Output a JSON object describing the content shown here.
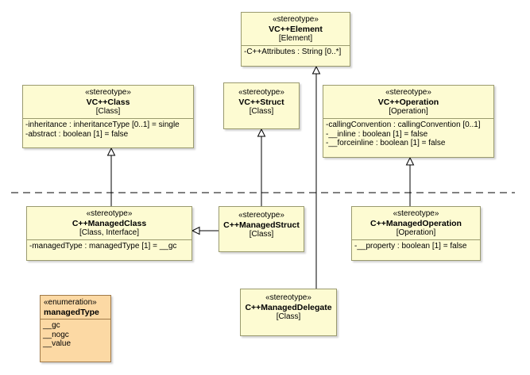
{
  "classes": {
    "vc_element": {
      "stereotype": "«stereotype»",
      "name": "VC++Element",
      "base": "[Element]",
      "attributes": [
        "-C++Attributes : String [0..*]"
      ]
    },
    "vc_class": {
      "stereotype": "«stereotype»",
      "name": "VC++Class",
      "base": "[Class]",
      "attributes": [
        "-inheritance : inheritanceType [0..1] = single",
        "-abstract : boolean [1] = false"
      ]
    },
    "vc_struct": {
      "stereotype": "«stereotype»",
      "name": "VC++Struct",
      "base": "[Class]",
      "attributes": []
    },
    "vc_operation": {
      "stereotype": "«stereotype»",
      "name": "VC++Operation",
      "base": "[Operation]",
      "attributes": [
        "-callingConvention : callingConvention [0..1]",
        "-__inline : boolean [1] = false",
        "-__forceinline : boolean [1] = false"
      ]
    },
    "managed_class": {
      "stereotype": "«stereotype»",
      "name": "C++ManagedClass",
      "base": "[Class, Interface]",
      "attributes": [
        "-managedType : managedType [1] = __gc"
      ]
    },
    "managed_struct": {
      "stereotype": "«stereotype»",
      "name": "C++ManagedStruct",
      "base": "[Class]",
      "attributes": []
    },
    "managed_operation": {
      "stereotype": "«stereotype»",
      "name": "C++ManagedOperation",
      "base": "[Operation]",
      "attributes": [
        "-__property : boolean [1] = false"
      ]
    },
    "managed_delegate": {
      "stereotype": "«stereotype»",
      "name": "C++ManagedDelegate",
      "base": "[Class]",
      "attributes": []
    }
  },
  "enumeration": {
    "stereotype": "«enumeration»",
    "name": "managedType",
    "literals": [
      "__gc",
      "__nogc",
      "__value"
    ]
  },
  "colors": {
    "stereotype_fill": "#fdfbd2",
    "enumeration_fill": "#fcd9a4",
    "line": "#000000"
  }
}
